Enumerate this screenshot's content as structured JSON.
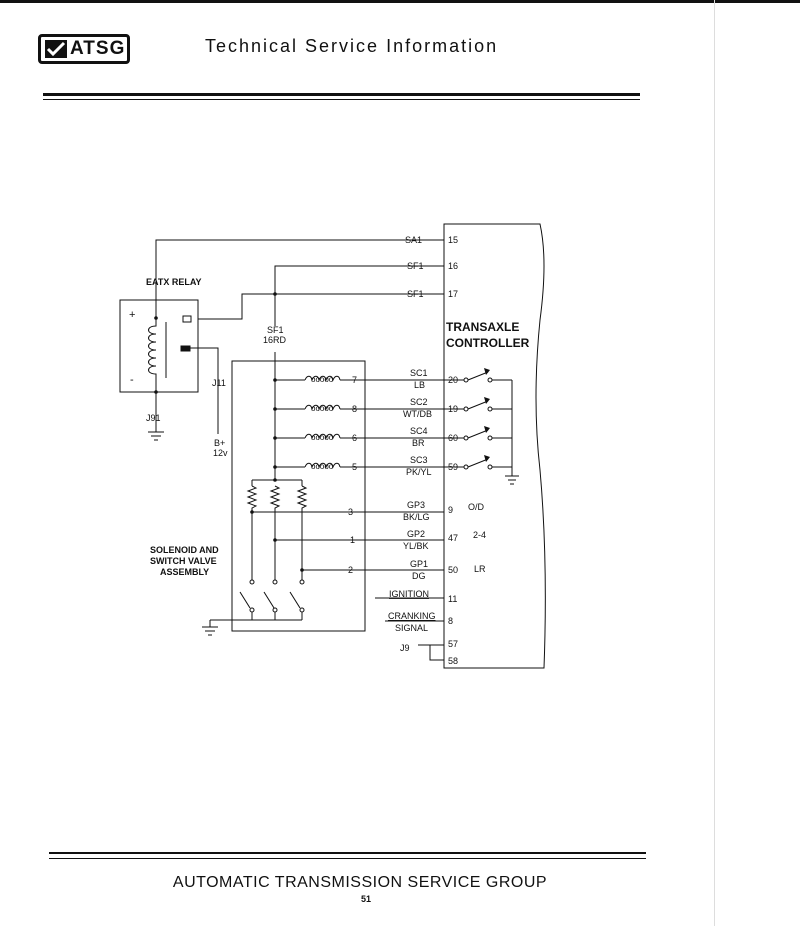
{
  "header": {
    "logo_text": "ATSG",
    "title": "Technical Service Information"
  },
  "footer": {
    "title": "AUTOMATIC TRANSMISSION SERVICE GROUP",
    "page_number": "51"
  },
  "diagram": {
    "relay_label": "EATX RELAY",
    "relay_plus": "+",
    "relay_minus": "-",
    "relay_ground": "J91",
    "relay_feed": "J11",
    "battery": [
      "B+",
      "12v"
    ],
    "supply_wire": [
      "SF1",
      "16RD"
    ],
    "controller_label": [
      "TRANSAXLE",
      "CONTROLLER"
    ],
    "assembly_label": [
      "SOLENOID AND",
      "SWITCH VALVE",
      "ASSEMBLY"
    ],
    "top_circuits": [
      {
        "circuit": "SA1",
        "pin": "15"
      },
      {
        "circuit": "SF1",
        "pin": "16"
      },
      {
        "circuit": "SF1",
        "pin": "17"
      }
    ],
    "solenoids": [
      {
        "terminal": "7",
        "circuit": "SC1",
        "color": "LB",
        "pin": "20"
      },
      {
        "terminal": "8",
        "circuit": "SC2",
        "color": "WT/DB",
        "pin": "19"
      },
      {
        "terminal": "6",
        "circuit": "SC4",
        "color": "BR",
        "pin": "60"
      },
      {
        "terminal": "5",
        "circuit": "SC3",
        "color": "PK/YL",
        "pin": "59"
      }
    ],
    "pressure_switches": [
      {
        "terminal": "3",
        "circuit": "GP3",
        "color": "BK/LG",
        "pin": "9",
        "function": "O/D"
      },
      {
        "terminal": "1",
        "circuit": "GP2",
        "color": "YL/BK",
        "pin": "47",
        "function": "2-4"
      },
      {
        "terminal": "2",
        "circuit": "GP1",
        "color": "DG",
        "pin": "50",
        "function": "LR"
      }
    ],
    "ignition": {
      "label": "IGNITION",
      "pin": "11"
    },
    "cranking": {
      "label": [
        "CRANKING",
        "SIGNAL"
      ],
      "pin": "8"
    },
    "jumper": {
      "label": "J9",
      "pins": [
        "57",
        "58"
      ]
    }
  }
}
